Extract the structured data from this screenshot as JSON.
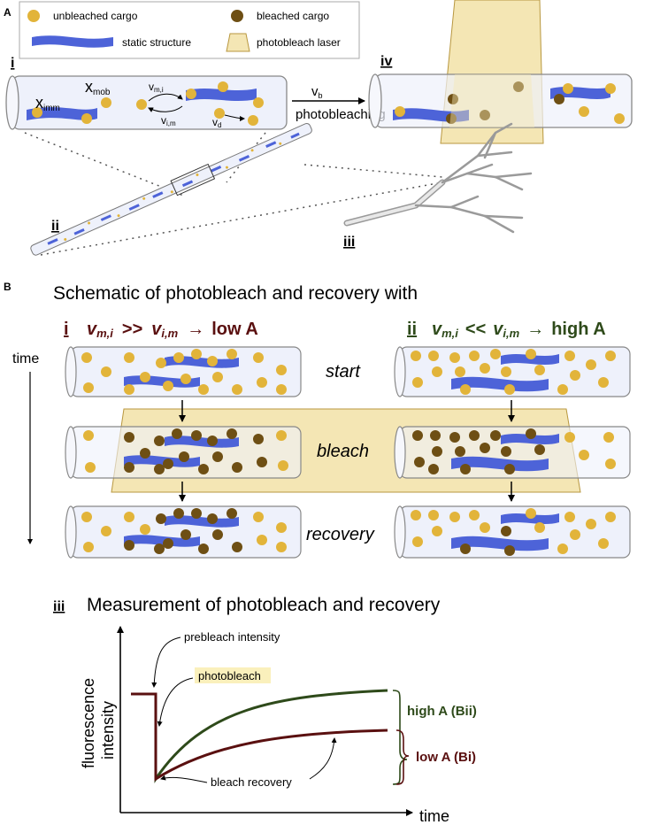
{
  "colors": {
    "unbleached": "#e2b43a",
    "bleached": "#6e4f14",
    "static": "#4d63d8",
    "laser": "#f4e6b4",
    "laser_edge": "#b8973f",
    "tube_fill": "#eef1fb",
    "tube_stroke": "#888888",
    "lowA": "#5a1010",
    "highA": "#2e4a1a"
  },
  "panel_A": {
    "label": "A",
    "legend": {
      "unbleached": "unbleached cargo",
      "bleached": "bleached cargo",
      "static": "static structure",
      "laser": "photobleach laser"
    },
    "i_label": "i",
    "ii_label": "ii",
    "iii_label": "iii",
    "iv_label": "iv",
    "x_imm": "x",
    "x_imm_sub": "imm",
    "x_mob": "x",
    "x_mob_sub": "mob",
    "v_mi": "v",
    "v_mi_sub": "m,i",
    "v_im": "v",
    "v_im_sub": "i,m",
    "v_d": "v",
    "v_d_sub": "d",
    "v_b": "v",
    "v_b_sub": "b",
    "photobleaching": "photobleaching"
  },
  "panel_B": {
    "label": "B",
    "title": "Schematic of photobleach and recovery with",
    "time": "time",
    "start": "start",
    "bleach": "bleach",
    "recovery": "recovery",
    "i": {
      "label": "i",
      "left": "v",
      "left_sub": "m,i",
      "op": ">>",
      "right": "v",
      "right_sub": "i,m",
      "arrow": "→",
      "result": "low A"
    },
    "ii": {
      "label": "ii",
      "left": "v",
      "left_sub": "m,i",
      "op": "<<",
      "right": "v",
      "right_sub": "i,m",
      "arrow": "→",
      "result": "high A"
    },
    "iii": {
      "label": "iii",
      "title": "Measurement of photobleach and recovery",
      "prebleach": "prebleach intensity",
      "photobleach": "photobleach",
      "bleach_recovery": "bleach recovery",
      "ylabel_1": "fluorescence",
      "ylabel_2": "intensity",
      "xlabel": "time",
      "highA": "high A (Bii)",
      "lowA": "low A (Bi)"
    }
  }
}
